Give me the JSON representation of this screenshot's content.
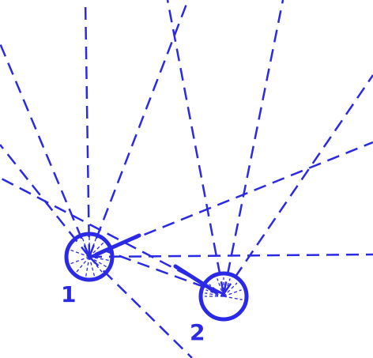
{
  "colors": {
    "stroke": "#2a2ae6",
    "background": "#ffffff"
  },
  "nodes": [
    {
      "id": "1",
      "label": "1"
    },
    {
      "id": "2",
      "label": "2"
    }
  ]
}
